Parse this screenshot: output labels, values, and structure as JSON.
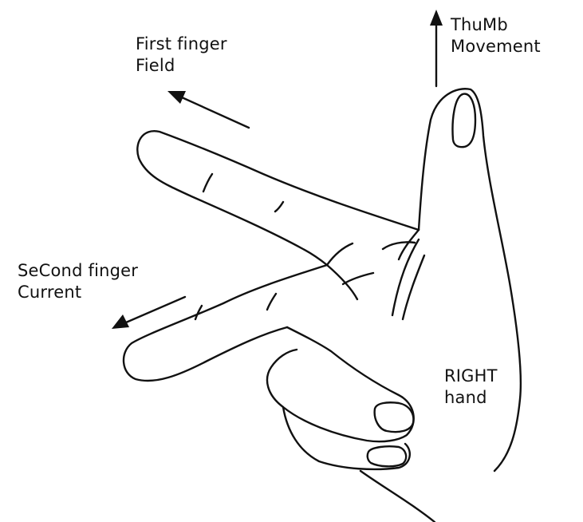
{
  "labels": {
    "first_finger": {
      "line1": "First finger",
      "line2": "Field"
    },
    "thumb": {
      "line1": "ThuMb",
      "line2": "Movement"
    },
    "second_finger": {
      "line1": "SeCond finger",
      "line2": "Current"
    },
    "hand": {
      "line1": "RIGHT",
      "line2": "hand"
    }
  },
  "colors": {
    "ink": "#111111",
    "background": "#ffffff"
  }
}
